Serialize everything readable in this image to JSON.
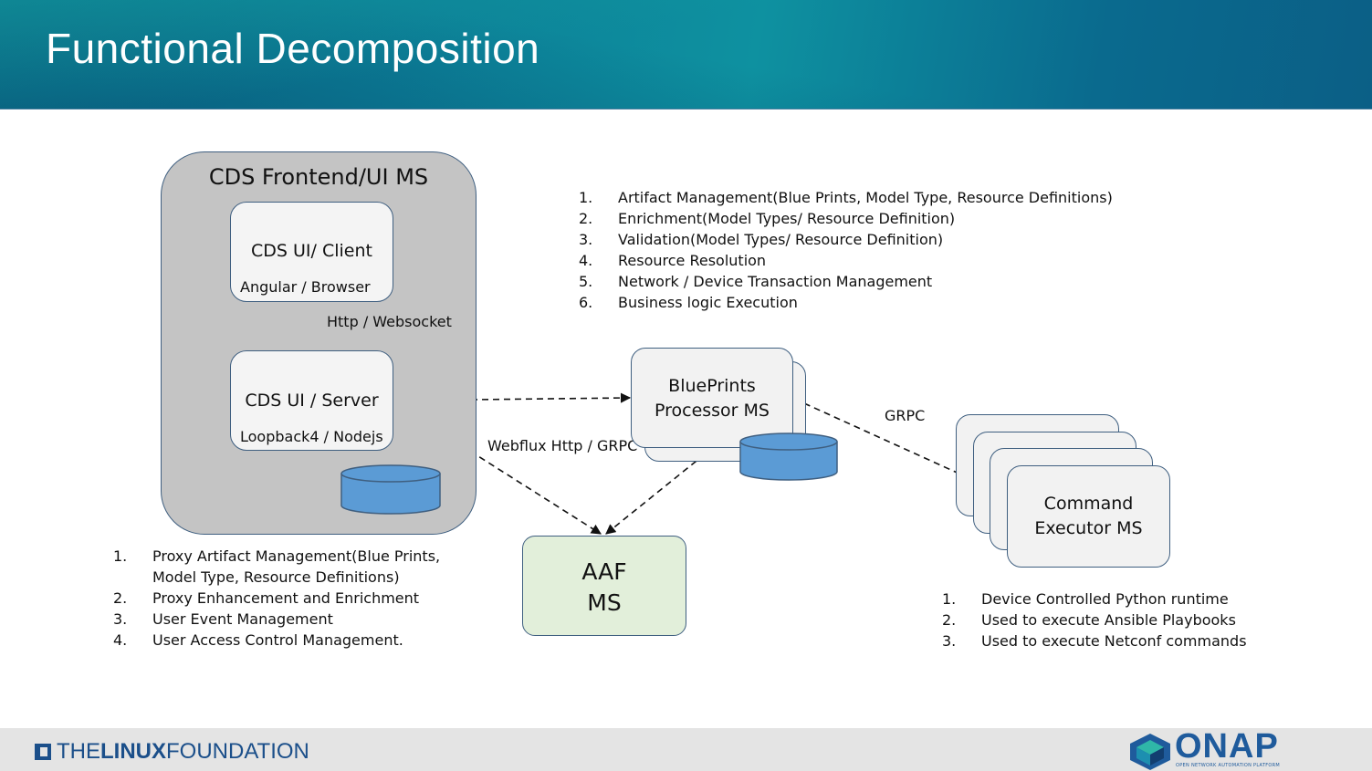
{
  "title": "Functional Decomposition",
  "frontend": {
    "title": "CDS Frontend/UI MS",
    "client": {
      "name": "CDS UI/ Client",
      "tech": "Angular / Browser"
    },
    "server": {
      "name": "CDS UI / Server",
      "tech": "Loopback4 / Nodejs"
    }
  },
  "edges": {
    "client_server": "Http / Websocket",
    "server_blueprints": "Webflux Http / GRPC",
    "blueprints_command": "GRPC"
  },
  "blueprints": {
    "line1": "BluePrints",
    "line2": "Processor MS"
  },
  "aaf": {
    "line1": "AAF",
    "line2": "MS"
  },
  "command": {
    "line1": "Command",
    "line2": "Executor MS"
  },
  "blueprint_functions": [
    {
      "num": "1.",
      "text": "Artifact Management(Blue Prints, Model Type, Resource Definitions)"
    },
    {
      "num": "2.",
      "text": "Enrichment(Model Types/ Resource Definition)"
    },
    {
      "num": "3.",
      "text": "Validation(Model Types/ Resource Definition)"
    },
    {
      "num": "4.",
      "text": "Resource Resolution"
    },
    {
      "num": "5.",
      "text": "Network / Device Transaction Management"
    },
    {
      "num": "6.",
      "text": "Business logic Execution"
    }
  ],
  "frontend_functions": [
    {
      "num": "1.",
      "text": "Proxy Artifact Management(Blue Prints,",
      "cont": "Model Type, Resource Definitions)"
    },
    {
      "num": "2.",
      "text": "Proxy Enhancement and Enrichment"
    },
    {
      "num": "3.",
      "text": "User Event Management"
    },
    {
      "num": "4.",
      "text": "User Access Control Management."
    }
  ],
  "command_functions": [
    {
      "num": "1.",
      "text": "Device Controlled Python runtime"
    },
    {
      "num": "2.",
      "text": "Used to execute Ansible Playbooks"
    },
    {
      "num": "3.",
      "text": "Used to execute Netconf commands"
    }
  ],
  "footer": {
    "lf_the": "THE",
    "lf_linux": "LINUX",
    "lf_foundation": "FOUNDATION",
    "onap": "ONAP",
    "onap_sub": "OPEN NETWORK AUTOMATION PLATFORM"
  },
  "colors": {
    "database": "#5b9bd5",
    "aaf_fill": "#e2efda",
    "frontend_fill": "#c4c4c4",
    "border": "#3f5f80"
  }
}
